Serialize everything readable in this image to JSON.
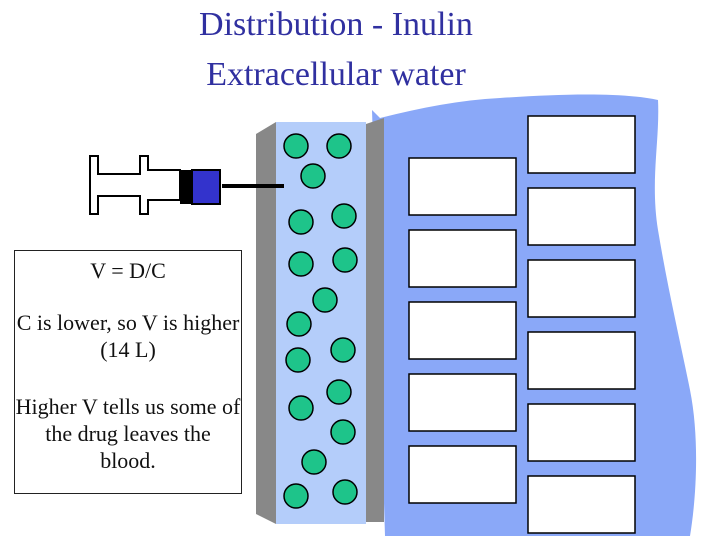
{
  "title": {
    "line1": "Distribution - Inulin",
    "line2": "Extracellular water"
  },
  "text_box": {
    "formula": "V = D/C",
    "line2": "C is lower, so V is higher (14 L)",
    "line3": "Higher V tells us some of the drug leaves the blood."
  },
  "colors": {
    "title": "#3030a0",
    "blood_vessel": "#b4cdfa",
    "vessel_wall": "#888888",
    "extracellular_fluid": "#8aa8f8",
    "drug_molecule": "#1ec48a",
    "syringe_plunger": "#3333cc"
  }
}
